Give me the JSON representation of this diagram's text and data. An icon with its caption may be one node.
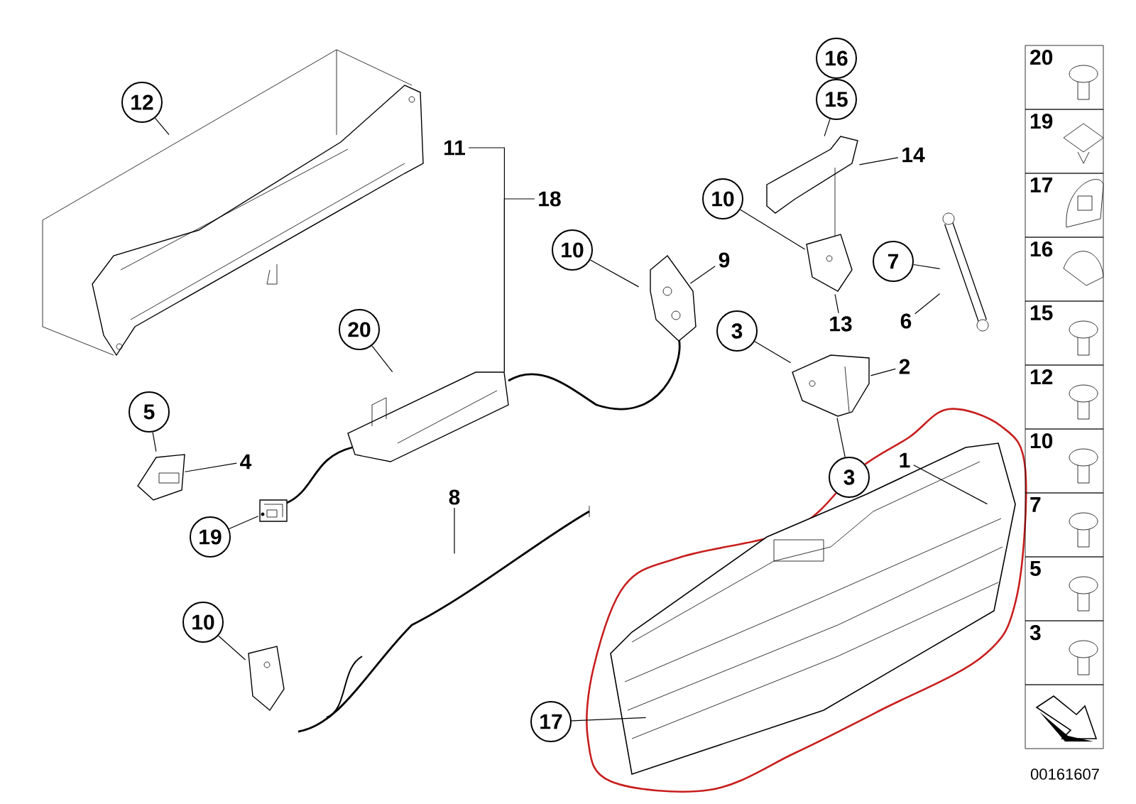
{
  "diagram": {
    "nodes": [
      {
        "text": [
          "12"
        ]
      },
      {
        "text": [
          "20"
        ]
      },
      {
        "text": [
          "10"
        ]
      },
      {
        "text": [
          "16"
        ]
      },
      {
        "text": [
          "15"
        ]
      },
      {
        "text": [
          "10"
        ]
      },
      {
        "text": [
          "7"
        ]
      },
      {
        "text": [
          "3"
        ]
      },
      {
        "text": [
          "3"
        ]
      },
      {
        "text": [
          "5"
        ]
      },
      {
        "text": [
          "19"
        ]
      },
      {
        "text": [
          "10"
        ]
      },
      {
        "text": [
          "17"
        ]
      },
      {
        "text": [
          "11"
        ]
      },
      {
        "text": [
          "18"
        ]
      },
      {
        "text": [
          "9"
        ]
      },
      {
        "text": [
          "14"
        ]
      },
      {
        "text": [
          "13"
        ]
      },
      {
        "text": [
          "6"
        ]
      },
      {
        "text": [
          "2"
        ]
      },
      {
        "text": [
          "4"
        ]
      },
      {
        "text": [
          "8"
        ]
      },
      {
        "text": [
          "1"
        ]
      },
      {
        "text": [],
        "shape": "picture"
      },
      {
        "text": [],
        "shape": "picture"
      },
      {
        "text": [],
        "shape": "picture"
      },
      {
        "text": [],
        "shape": "picture"
      },
      {
        "text": [],
        "shape": "picture"
      },
      {
        "text": [],
        "shape": "picture"
      },
      {
        "text": [],
        "shape": "picture"
      },
      {
        "text": [],
        "shape": "picture"
      },
      {
        "text": [],
        "shape": "picture"
      },
      {
        "text": [],
        "shape": "picture"
      },
      {
        "text": [],
        "shape": "picture"
      },
      {
        "text": [],
        "shape": "picture"
      },
      {
        "text": [
          "20"
        ]
      },
      {
        "text": [
          "19"
        ]
      },
      {
        "text": [
          "17"
        ]
      },
      {
        "text": [
          "16"
        ]
      },
      {
        "text": [
          "15"
        ]
      },
      {
        "text": [
          "12"
        ]
      },
      {
        "text": [
          "10"
        ]
      },
      {
        "text": [
          "7"
        ]
      },
      {
        "text": [
          "5"
        ]
      },
      {
        "text": [
          "3"
        ]
      },
      {
        "text": [],
        "shape": "box"
      }
    ],
    "edges": [
      {
        "from": 0,
        "to": 23,
        "arrow": "none"
      },
      {
        "from": 1,
        "to": 24,
        "arrow": "none"
      },
      {
        "from": 13,
        "to": 24,
        "arrow": "none"
      },
      {
        "from": 14,
        "to": 24,
        "arrow": "none"
      },
      {
        "from": 2,
        "to": 25,
        "arrow": "none"
      },
      {
        "from": 15,
        "to": 25,
        "arrow": "none"
      },
      {
        "from": 4,
        "to": 26,
        "arrow": "none"
      },
      {
        "from": 16,
        "to": 26,
        "arrow": "none"
      },
      {
        "from": 5,
        "to": 27,
        "arrow": "none"
      },
      {
        "from": 17,
        "to": 27,
        "arrow": "none"
      },
      {
        "from": 6,
        "to": 28,
        "arrow": "none"
      },
      {
        "from": 18,
        "to": 28,
        "arrow": "none"
      },
      {
        "from": 7,
        "to": 29,
        "arrow": "none"
      },
      {
        "from": 8,
        "to": 29,
        "arrow": "none"
      },
      {
        "from": 19,
        "to": 29,
        "arrow": "none"
      },
      {
        "from": 9,
        "to": 30,
        "arrow": "none"
      },
      {
        "from": 20,
        "to": 30,
        "arrow": "none"
      },
      {
        "from": 10,
        "to": 31,
        "arrow": "none"
      },
      {
        "from": 21,
        "to": 32,
        "arrow": "none"
      },
      {
        "from": 11,
        "to": 33,
        "arrow": "none"
      },
      {
        "from": 22,
        "to": 34,
        "arrow": "none"
      },
      {
        "from": 12,
        "to": 34,
        "arrow": "none"
      }
    ],
    "labels": [
      "00161607"
    ]
  }
}
